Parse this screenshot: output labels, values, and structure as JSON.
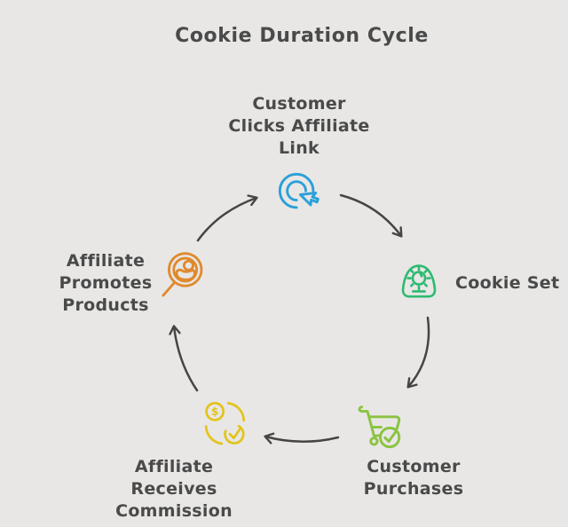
{
  "title": "Cookie Duration Cycle",
  "diagram": {
    "type": "cycle",
    "nodes": {
      "click": {
        "label": "Customer\nClicks Affiliate\nLink",
        "icon": "click-cursor-icon",
        "color": "#2aa0d8",
        "position": "top"
      },
      "cookie": {
        "label": "Cookie Set",
        "icon": "cookie-timer-icon",
        "color": "#2eba70",
        "position": "right"
      },
      "purchase": {
        "label": "Customer\nPurchases",
        "icon": "cart-check-icon",
        "color": "#8bc340",
        "position": "bottom-right"
      },
      "commission": {
        "label": "Affiliate\nReceives\nCommission",
        "icon": "dollar-cycle-check-icon",
        "color": "#e2c41c",
        "position": "bottom-left",
        "coin_symbol": "$"
      },
      "promote": {
        "label": "Affiliate\nPromotes\nProducts",
        "icon": "person-search-icon",
        "color": "#e0892d",
        "position": "left"
      }
    },
    "flow": [
      "click",
      "cookie",
      "purchase",
      "commission",
      "promote",
      "click"
    ]
  },
  "colors": {
    "background": "#e8e7e5",
    "text": "#4a4a4a",
    "arrow": "#454545",
    "click_blue": "#2aa0d8",
    "cookie_green": "#2eba70",
    "purchase_lime": "#8bc340",
    "commission_yellow": "#e2c41c",
    "promote_orange": "#e0892d"
  }
}
